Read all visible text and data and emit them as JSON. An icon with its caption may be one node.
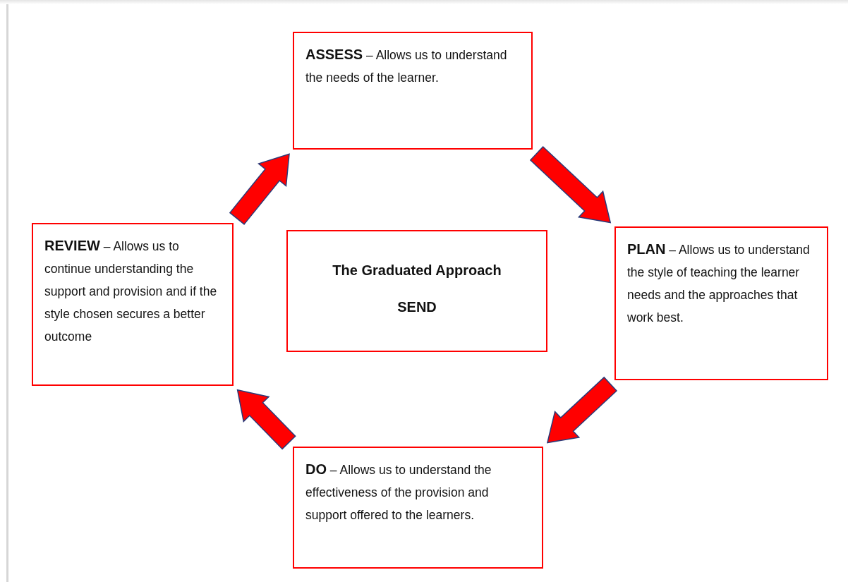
{
  "diagram": {
    "nodes": [
      {
        "text": [
          "**ASSESS** – Allows us to understand the needs of the learner."
        ]
      },
      {
        "text": [
          "**REVIEW** – Allows us to continue understanding the support and provision and if the style chosen secures a better outcome"
        ]
      },
      {
        "text": [
          "The Graduated Approach",
          "SEND"
        ]
      },
      {
        "text": [
          "**PLAN** – Allows us to understand the style of teaching the learner needs and the approaches that work best."
        ]
      },
      {
        "text": [
          "**DO** – Allows us to understand the effectiveness of the provision and support offered to the learners."
        ]
      }
    ],
    "edges": [
      {
        "from": 0,
        "to": 3,
        "arrow": "to"
      },
      {
        "from": 3,
        "to": 4,
        "arrow": "to"
      },
      {
        "from": 4,
        "to": 1,
        "arrow": "to"
      },
      {
        "from": 1,
        "to": 0,
        "arrow": "to"
      }
    ]
  }
}
